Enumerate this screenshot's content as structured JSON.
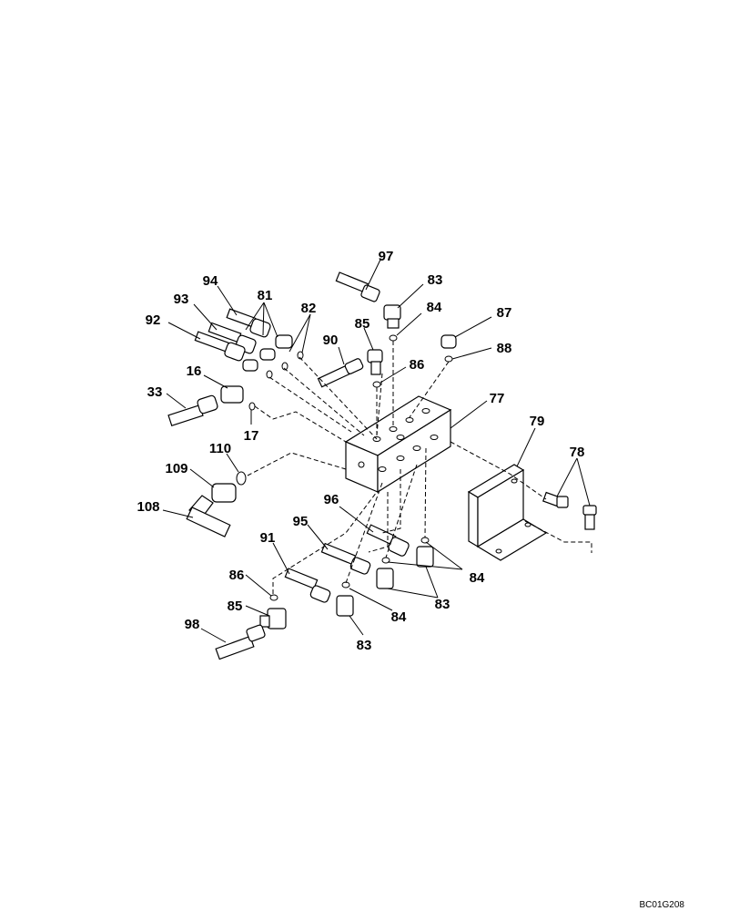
{
  "diagram": {
    "reference_code": "BC01G208",
    "callouts": [
      "97",
      "83",
      "84",
      "87",
      "88",
      "94",
      "81",
      "82",
      "93",
      "85",
      "92",
      "90",
      "86",
      "16",
      "77",
      "33",
      "17",
      "79",
      "110",
      "78",
      "109",
      "96",
      "108",
      "95",
      "91",
      "84",
      "86",
      "83",
      "85",
      "84",
      "98",
      "83"
    ]
  }
}
